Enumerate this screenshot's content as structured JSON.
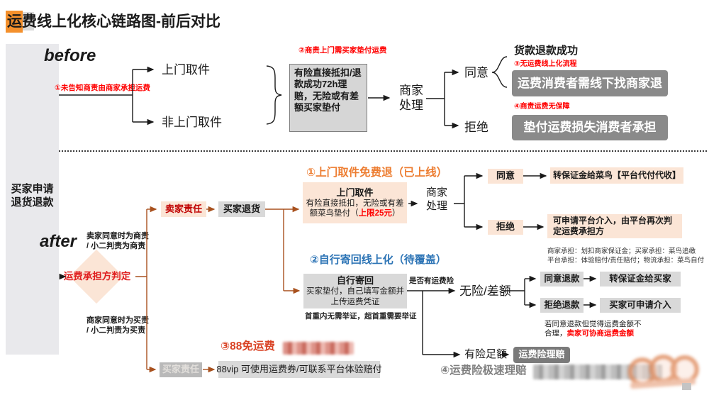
{
  "colors": {
    "accent_orange": "#ED7D31",
    "accent_red": "#FF0000",
    "accent_blue": "#2E75B6",
    "accent_red_orange": "#D94325",
    "line_brown": "#A8511E",
    "box_light_orange": "#FBE5D6",
    "box_gray": "#D9D9D9",
    "box_dark_gray": "#8A8A8A"
  },
  "title": "运费线上化核心链路图-前后对比",
  "sidebar": {
    "line1": "买家申请",
    "line2": "退货退款"
  },
  "before": {
    "label": "before",
    "note_untold": "①未告知商责由商家承担运费",
    "pickup": "上门取件",
    "non_pickup": "非上门取件",
    "note_merchant_pickup": "②商责上门需买家垫付运费",
    "risk_box": "有险直接抵扣/退款成功72h理赔，无险或有差额买家垫付",
    "merchant_handle": {
      "line1": "商家",
      "line2": "处理"
    },
    "agree": "同意",
    "reject": "拒绝",
    "refund_success": "货款退款成功",
    "note_no_online": "③无运费线上化流程",
    "offline_refund_box": "运费消费者需线下找商家退",
    "note_no_guarantee": "④商责运费无保障",
    "loss_box": "垫付运费损失消费者承担"
  },
  "after": {
    "label": "after",
    "seller_note": {
      "line1": "卖家同意时为商责",
      "line2": "/ 小二判责为商责"
    },
    "buyer_note": {
      "line1": "商家同意时为买责",
      "line2": "/ 小二判责为买责"
    },
    "decision_diamond": "运费承担方判定",
    "seller_resp": "卖家责任",
    "buyer_return": "买家退货",
    "buyer_resp": "买家责任",
    "pickup_flow": {
      "heading": "①上门取件免费退（已上线）",
      "box_title": "上门取件",
      "box_text": "有险直接抵扣，无险或有差额菜鸟垫付（",
      "box_text_red": "上限25元",
      "box_text_end": "）",
      "merchant_handle": {
        "line1": "商家",
        "line2": "处理"
      },
      "agree": "同意",
      "reject": "拒绝",
      "agree_box": "转保证金给菜鸟【平台代付代收】",
      "reject_box": "可申请平台介入，由平台再次判定运费承担方",
      "resp_note1": "商家承担：划扣商家保证金；买家承担：菜鸟追缴",
      "resp_note2": "平台承担：体验赔付/责任赔付；物流承担：菜鸟自付"
    },
    "self_return_flow": {
      "heading": "②自行寄回线上化（待覆盖）",
      "box_title": "自行寄回",
      "box_text": "买家垫付，自己填写金额并上传运费凭证",
      "evidence_note": "首重内无需举证，超首重需要举证",
      "insurance_question": "是否有运费险",
      "no_risk": "无险/差额",
      "with_risk": "有险足额",
      "agree_refund": "同意退款",
      "reject_refund": "拒绝退款",
      "transfer_deposit": "转保证金给买家",
      "apply_intervene": "买家可申请介入",
      "negotiate_note_l1": "若同意退款但觉得运费金额不",
      "negotiate_note_l2": "合理，",
      "negotiate_note_red": "卖家可协商运费金额",
      "claim_box": "运费险理赔",
      "fast_claim": "④运费险极速理赔"
    },
    "vip_flow": {
      "heading": "③88免运费",
      "vip_box": "88vip 可使用运费券/可联系平台体验赔付"
    }
  }
}
